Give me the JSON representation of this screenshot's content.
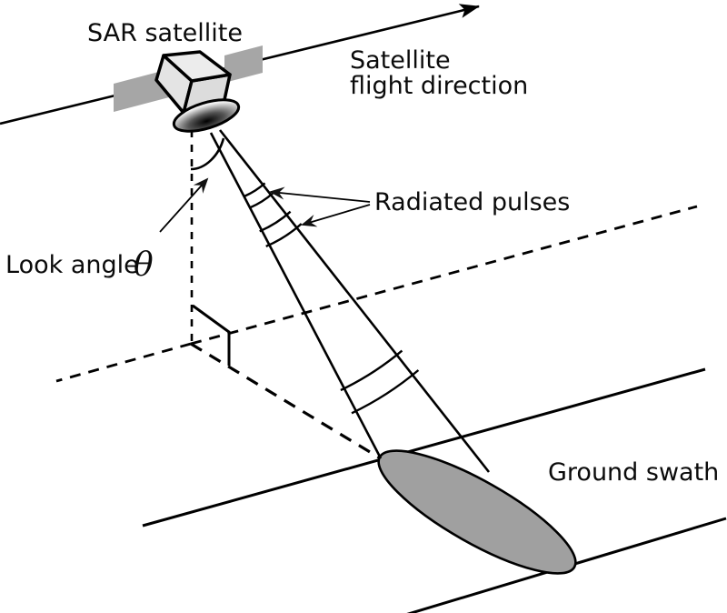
{
  "diagram": {
    "labels": {
      "satellite": "SAR satellite",
      "flight_direction_line1": "Satellite",
      "flight_direction_line2": "flight direction",
      "radiated_pulses": "Radiated pulses",
      "look_angle_text": "Look angle",
      "look_angle_symbol": "θ",
      "ground_swath": "Ground swath"
    },
    "colors": {
      "line": "#000000",
      "swath_fill": "#a0a0a0",
      "panel_fill": "#a6a6a6",
      "cube_top": "#ececec",
      "cube_left": "#e4e4e4",
      "cube_right": "#dcdcdc",
      "background": "#ffffff"
    }
  }
}
